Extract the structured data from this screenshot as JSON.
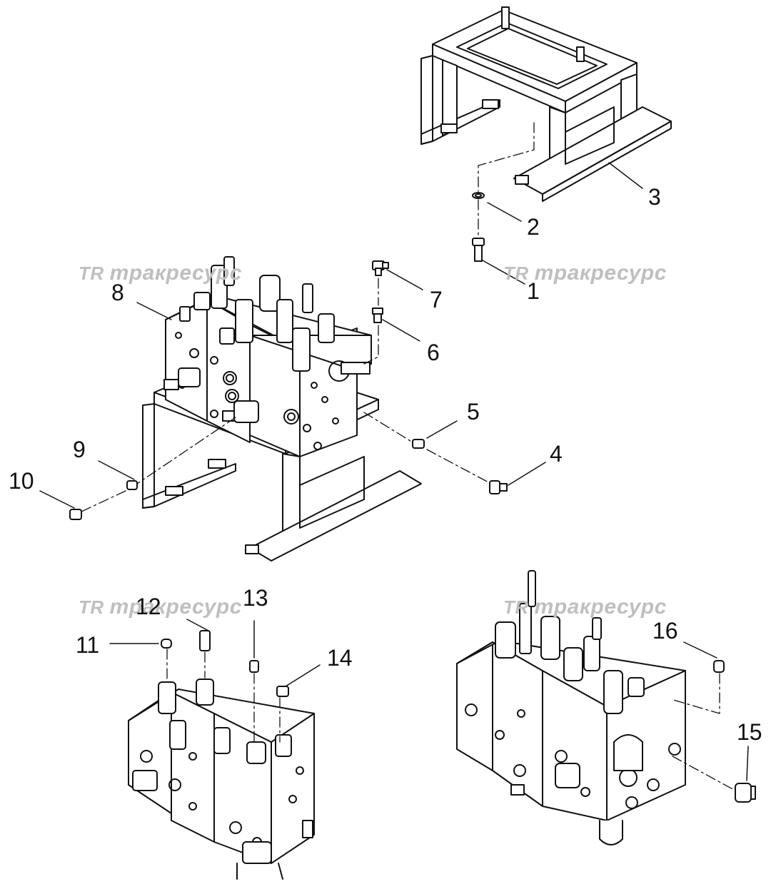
{
  "watermark": {
    "mark": "TR",
    "text": "тракресурс"
  },
  "callouts": [
    "1",
    "2",
    "3",
    "4",
    "5",
    "6",
    "7",
    "8",
    "9",
    "10",
    "11",
    "12",
    "13",
    "14",
    "15",
    "16"
  ],
  "colors": {
    "line": "#111111",
    "watermark": "#bfbfbf",
    "background": "#ffffff"
  }
}
